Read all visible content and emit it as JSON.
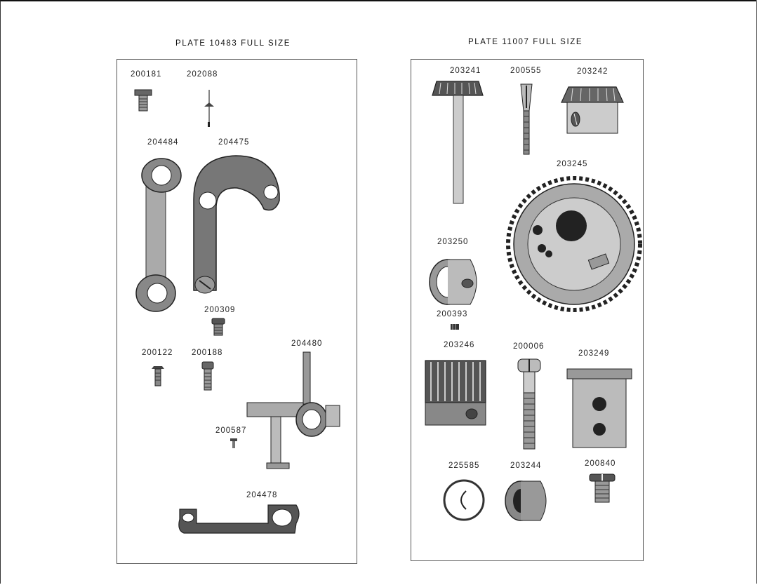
{
  "plates": {
    "left": {
      "title": "PLATE 10483 FULL SIZE",
      "parts": {
        "p200181": "200181",
        "p202088": "202088",
        "p204484": "204484",
        "p204475": "204475",
        "p200309": "200309",
        "p200122": "200122",
        "p200188": "200188",
        "p204480": "204480",
        "p200587": "200587",
        "p204478": "204478"
      }
    },
    "right": {
      "title": "PLATE 11007 FULL SIZE",
      "parts": {
        "p203241": "203241",
        "p200555": "200555",
        "p203242": "203242",
        "p203245": "203245",
        "p203250": "203250",
        "p200393": "200393",
        "p203246": "203246",
        "p200006": "200006",
        "p203249": "203249",
        "p225585": "225585",
        "p203244": "203244",
        "p200840": "200840"
      }
    }
  }
}
